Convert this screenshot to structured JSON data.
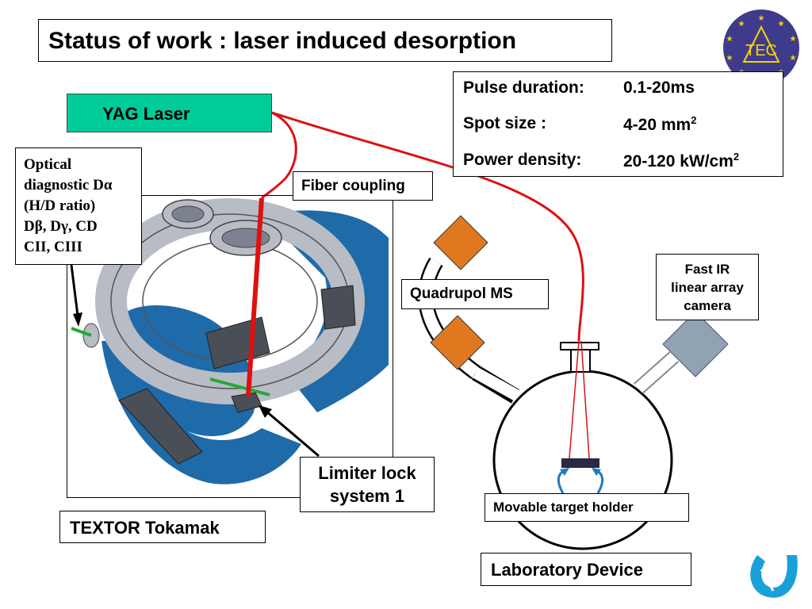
{
  "title": "Status of work : laser induced desorption",
  "specs": {
    "pulse_label": "Pulse duration:",
    "pulse_value": "0.1-20ms",
    "spot_label": "Spot size :",
    "spot_value": "4-20 mm",
    "spot_unit_sup": "2",
    "power_label": "Power density:",
    "power_value": "20-120 kW/cm",
    "power_unit_sup": "2"
  },
  "labels": {
    "yag_laser": "YAG Laser",
    "optical_lines": [
      "Optical",
      "diagnostic Dα",
      "(H/D ratio)",
      "Dβ, Dγ, CD",
      "CII, CIII"
    ],
    "fiber_coupling": "Fiber coupling",
    "quadrupol": "Quadrupol MS",
    "fast_ir_lines": [
      "Fast IR",
      "linear array",
      "camera"
    ],
    "limiter_lines": [
      "Limiter lock",
      "system 1"
    ],
    "movable_target": "Movable target holder",
    "textor": "TEXTOR Tokamak",
    "lab_device": "Laboratory Device"
  },
  "logo": {
    "text": "TEC"
  },
  "colors": {
    "yag_box": "#00cc99",
    "laser_fiber": "#dd1111",
    "tokamak_blue": "#1f6aa8",
    "tokamak_grey": "#b8bcc4",
    "quadrupol_orange": "#e07820",
    "camera_blue_grey": "#8fa3b4",
    "tec_logo": "#3f3b8c"
  }
}
